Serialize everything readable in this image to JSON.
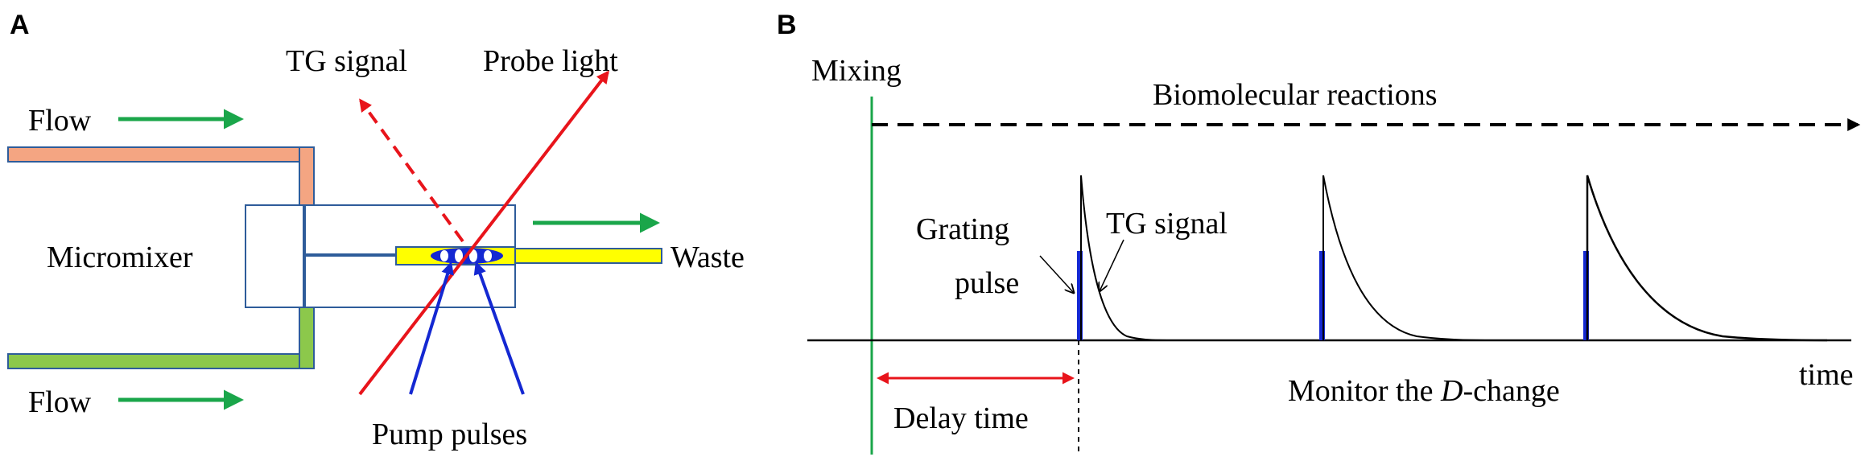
{
  "panelA": {
    "label": "A",
    "tg_signal": "TG signal",
    "probe_light": "Probe light",
    "flow_top": "Flow",
    "flow_bottom": "Flow",
    "micromixer": "Micromixer",
    "waste": "Waste",
    "pump_pulses": "Pump pulses"
  },
  "panelB": {
    "label": "B",
    "mixing": "Mixing",
    "biomolecular_reactions": "Biomolecular reactions",
    "grating": "Grating",
    "pulse": "pulse",
    "tg_signal": "TG signal",
    "monitor_prefix": "Monitor the ",
    "monitor_italic": "D",
    "monitor_suffix": "-change",
    "delay_time": "Delay time",
    "time": "time"
  },
  "colors": {
    "flow_arrow": "#1aa64a",
    "orange_channel": "#f4a582",
    "green_channel": "#8cc84b",
    "channel_border": "#2e5c9a",
    "red": "#e8141b",
    "blue": "#1428d2",
    "yellow": "#ffff00",
    "mixing_line": "#1aa64a"
  }
}
